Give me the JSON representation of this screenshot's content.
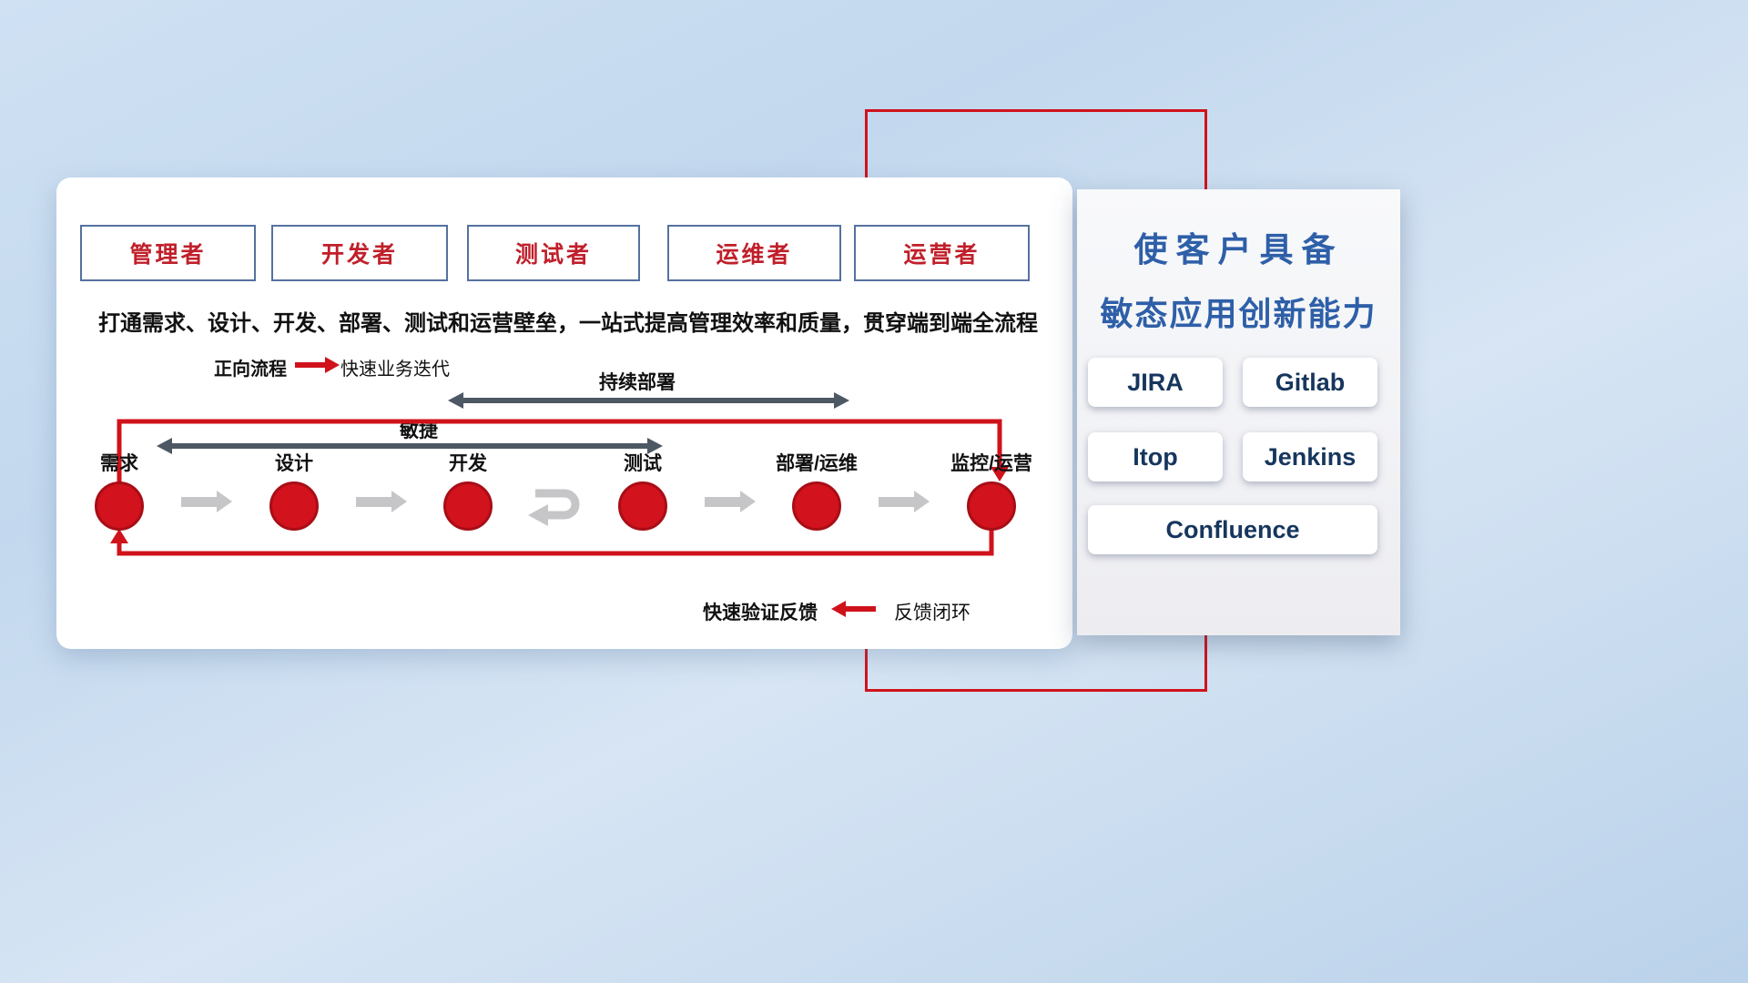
{
  "colors": {
    "primary_red": "#d0121b",
    "circle_red": "#d2121d",
    "role_text_red": "#c01f2a",
    "role_border_blue": "#56719f",
    "dark_arrow_gray": "#4e5864",
    "flow_arrow_gray": "#c6c6c8",
    "side_title_blue": "#2e5fa8",
    "tool_text_navy": "#17365d"
  },
  "roles": [
    {
      "label": "管理者"
    },
    {
      "label": "开发者"
    },
    {
      "label": "测试者"
    },
    {
      "label": "运维者"
    },
    {
      "label": "运营者"
    }
  ],
  "description": "打通需求、设计、开发、部署、测试和运营壁垒，一站式提高管理效率和质量，贯穿端到端全流程",
  "legend_forward": {
    "label": "正向流程",
    "value": "快速业务迭代"
  },
  "span_arrows": {
    "continuous_deploy": "持续部署",
    "agile": "敏捷"
  },
  "stages": [
    {
      "label": "需求"
    },
    {
      "label": "设计"
    },
    {
      "label": "开发"
    },
    {
      "label": "测试"
    },
    {
      "label": "部署/运维"
    },
    {
      "label": "监控/运营"
    }
  ],
  "legend_feedback": {
    "label": "快速验证反馈",
    "value": "反馈闭环"
  },
  "right_panel": {
    "title_line1": "使客户具备",
    "title_line2": "敏态应用创新能力",
    "tools": [
      {
        "label": "JIRA"
      },
      {
        "label": "Gitlab"
      },
      {
        "label": "Itop"
      },
      {
        "label": "Jenkins"
      },
      {
        "label": "Confluence"
      }
    ]
  }
}
